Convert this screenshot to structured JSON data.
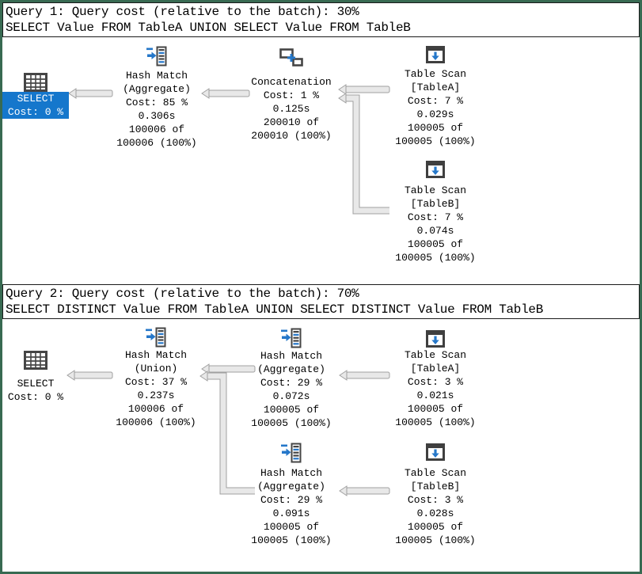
{
  "colors": {
    "frame_border": "#386a52",
    "selected_node_bg": "#1577cc",
    "selected_node_text": "#ffffff",
    "node_text": "#000000",
    "arrow_fill": "#e8e8e8",
    "arrow_outline": "#a0a0a0",
    "icon_dark_gray": "#454545",
    "icon_blue": "#2577c9"
  },
  "icons": {
    "result": "result-grid-icon",
    "hash_match": "hash-match-icon",
    "concatenation": "concatenation-icon",
    "table_scan": "table-scan-icon"
  },
  "queries": [
    {
      "title": "Query 1: Query cost (relative to the batch): 30%",
      "sql": "SELECT Value FROM TableA UNION SELECT Value FROM TableB",
      "nodes": {
        "select": {
          "lines": [
            "SELECT",
            "Cost: 0 %"
          ],
          "selected": true
        },
        "hash_match": {
          "lines": [
            "Hash Match",
            "(Aggregate)",
            "Cost: 85 %",
            "0.306s",
            "100006 of",
            "100006 (100%)"
          ]
        },
        "concatenation": {
          "lines": [
            "Concatenation",
            "Cost: 1 %",
            "0.125s",
            "200010 of",
            "200010 (100%)"
          ]
        },
        "table_scan_a": {
          "lines": [
            "Table Scan",
            "[TableA]",
            "Cost: 7 %",
            "0.029s",
            "100005 of",
            "100005 (100%)"
          ]
        },
        "table_scan_b": {
          "lines": [
            "Table Scan",
            "[TableB]",
            "Cost: 7 %",
            "0.074s",
            "100005 of",
            "100005 (100%)"
          ]
        }
      }
    },
    {
      "title": "Query 2: Query cost (relative to the batch): 70%",
      "sql": "SELECT DISTINCT Value FROM TableA UNION SELECT DISTINCT Value FROM TableB",
      "nodes": {
        "select": {
          "lines": [
            "SELECT",
            "Cost: 0 %"
          ],
          "selected": false
        },
        "hash_match_union": {
          "lines": [
            "Hash Match",
            "(Union)",
            "Cost: 37 %",
            "0.237s",
            "100006 of",
            "100006 (100%)"
          ]
        },
        "hash_match_agg_a": {
          "lines": [
            "Hash Match",
            "(Aggregate)",
            "Cost: 29 %",
            "0.072s",
            "100005 of",
            "100005 (100%)"
          ]
        },
        "table_scan_a": {
          "lines": [
            "Table Scan",
            "[TableA]",
            "Cost: 3 %",
            "0.021s",
            "100005 of",
            "100005 (100%)"
          ]
        },
        "hash_match_agg_b": {
          "lines": [
            "Hash Match",
            "(Aggregate)",
            "Cost: 29 %",
            "0.091s",
            "100005 of",
            "100005 (100%)"
          ]
        },
        "table_scan_b": {
          "lines": [
            "Table Scan",
            "[TableB]",
            "Cost: 3 %",
            "0.028s",
            "100005 of",
            "100005 (100%)"
          ]
        }
      }
    }
  ]
}
